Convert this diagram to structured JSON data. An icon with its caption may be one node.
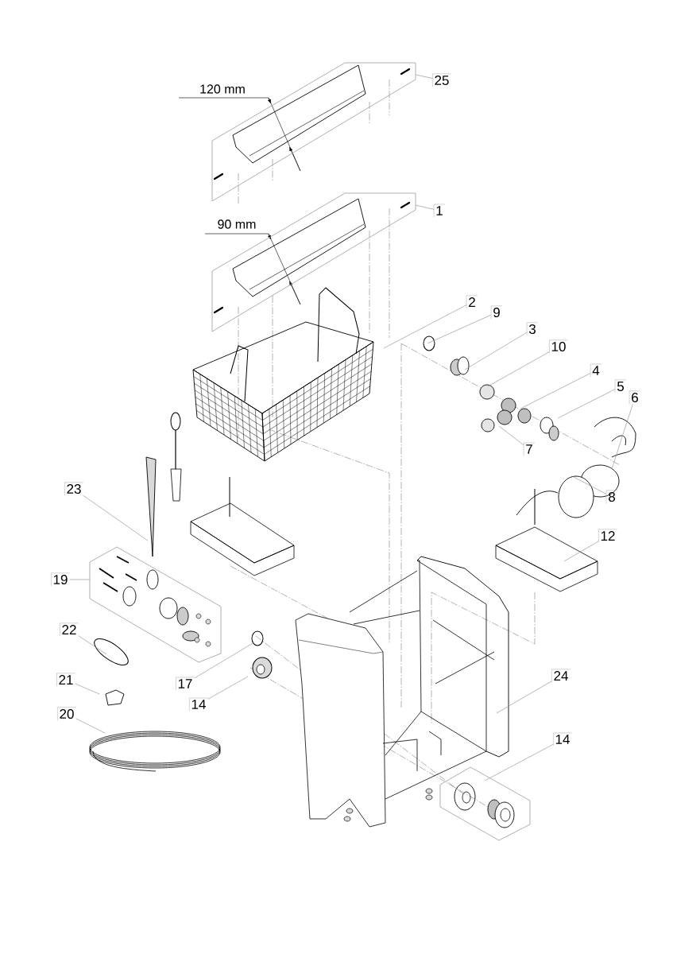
{
  "diagram": {
    "nodes": [
      {
        "text": [
          "25"
        ]
      },
      {
        "text": [
          "1"
        ]
      },
      {
        "text": [
          "2"
        ]
      },
      {
        "text": [
          "9"
        ]
      },
      {
        "text": [
          "3"
        ]
      },
      {
        "text": [
          "10"
        ]
      },
      {
        "text": [
          "4"
        ]
      },
      {
        "text": [
          "5"
        ]
      },
      {
        "text": [
          "6"
        ]
      },
      {
        "text": [
          "7"
        ]
      },
      {
        "text": [
          "8"
        ]
      },
      {
        "text": [
          "23"
        ]
      },
      {
        "text": [
          "19"
        ]
      },
      {
        "text": [
          "22"
        ]
      },
      {
        "text": [
          "21"
        ]
      },
      {
        "text": [
          "20"
        ]
      },
      {
        "text": [
          "17"
        ]
      },
      {
        "text": [
          "14"
        ]
      },
      {
        "text": [
          "12"
        ]
      },
      {
        "text": [
          "24"
        ]
      },
      {
        "text": [
          "14"
        ]
      },
      {
        "text": [],
        "shape": "pentagon"
      },
      {
        "text": [],
        "shape": "pentagon"
      },
      {
        "text": [],
        "shape": "hexagon"
      },
      {
        "text": [],
        "shape": "hexagon"
      }
    ],
    "edges": [
      {
        "from": 0,
        "to": 21,
        "arrow": "none"
      },
      {
        "from": 1,
        "to": 22,
        "arrow": "none"
      },
      {
        "from": 2,
        "to": null,
        "arrow": "none"
      },
      {
        "from": 3,
        "to": null,
        "arrow": "none"
      },
      {
        "from": 4,
        "to": null,
        "arrow": "none"
      },
      {
        "from": 5,
        "to": null,
        "arrow": "none"
      },
      {
        "from": 6,
        "to": null,
        "arrow": "none"
      },
      {
        "from": 7,
        "to": null,
        "arrow": "none"
      },
      {
        "from": 8,
        "to": null,
        "arrow": "none"
      },
      {
        "from": 9,
        "to": null,
        "arrow": "none"
      },
      {
        "from": 10,
        "to": null,
        "arrow": "none"
      },
      {
        "from": 11,
        "to": null,
        "arrow": "none"
      },
      {
        "from": 12,
        "to": 23,
        "arrow": "none"
      },
      {
        "from": 13,
        "to": null,
        "arrow": "none"
      },
      {
        "from": 14,
        "to": null,
        "arrow": "none"
      },
      {
        "from": 15,
        "to": null,
        "arrow": "none"
      },
      {
        "from": 16,
        "to": null,
        "arrow": "none"
      },
      {
        "from": 17,
        "to": null,
        "arrow": "none"
      },
      {
        "from": 18,
        "to": null,
        "arrow": "none"
      },
      {
        "from": 19,
        "to": null,
        "arrow": "none"
      },
      {
        "from": 20,
        "to": 24,
        "arrow": "none"
      }
    ],
    "labels": [
      "120 mm",
      "90 mm"
    ]
  }
}
